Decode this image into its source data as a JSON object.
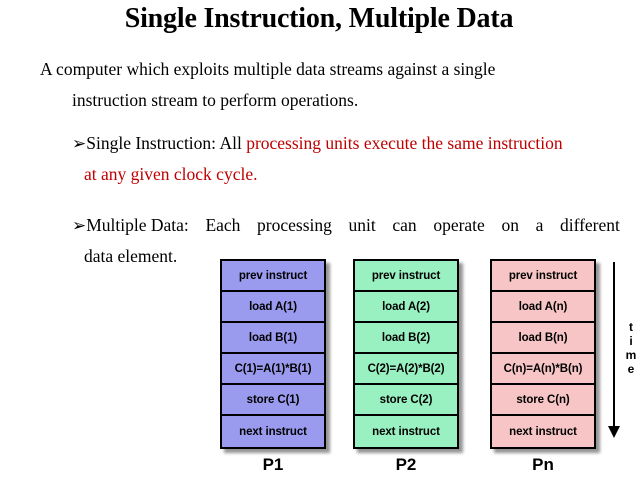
{
  "slide": {
    "title": "Single Instruction, Multiple Data",
    "intro": {
      "line1": "A  computer which exploits multiple data streams against a single",
      "line2": "instruction stream to perform operations."
    },
    "bullets": [
      {
        "marker": "➢",
        "lead_black": "Single Instruction: All ",
        "lead_red": "processing units execute the same instruction",
        "cont_red": "at  any given clock cycle."
      },
      {
        "marker": "➢",
        "line1_left": "Multiple Data:",
        "line1_words": [
          "Each",
          "processing",
          "unit",
          "can",
          "operate",
          "on",
          "a",
          "different"
        ],
        "cont_black": "data  element."
      }
    ]
  },
  "diagram": {
    "columns": [
      {
        "label": "P1",
        "color": "#9a9aee",
        "cells": [
          "prev instruct",
          "load A(1)",
          "load B(1)",
          "C(1)=A(1)*B(1)",
          "store C(1)",
          "next instruct"
        ]
      },
      {
        "label": "P2",
        "color": "#99f0c0",
        "cells": [
          "prev instruct",
          "load A(2)",
          "load B(2)",
          "C(2)=A(2)*B(2)",
          "store C(2)",
          "next instruct"
        ]
      },
      {
        "label": "Pn",
        "color": "#f7c5c5",
        "cells": [
          "prev instruct",
          "load A(n)",
          "load B(n)",
          "C(n)=A(n)*B(n)",
          "store C(n)",
          "next instruct"
        ]
      }
    ],
    "time_axis": {
      "letters": [
        "t",
        "i",
        "m",
        "e"
      ],
      "label": "time",
      "direction": "down"
    }
  },
  "colors": {
    "text": "#000000",
    "highlight_red": "#c00000",
    "background": "#ffffff",
    "border": "#000000"
  }
}
